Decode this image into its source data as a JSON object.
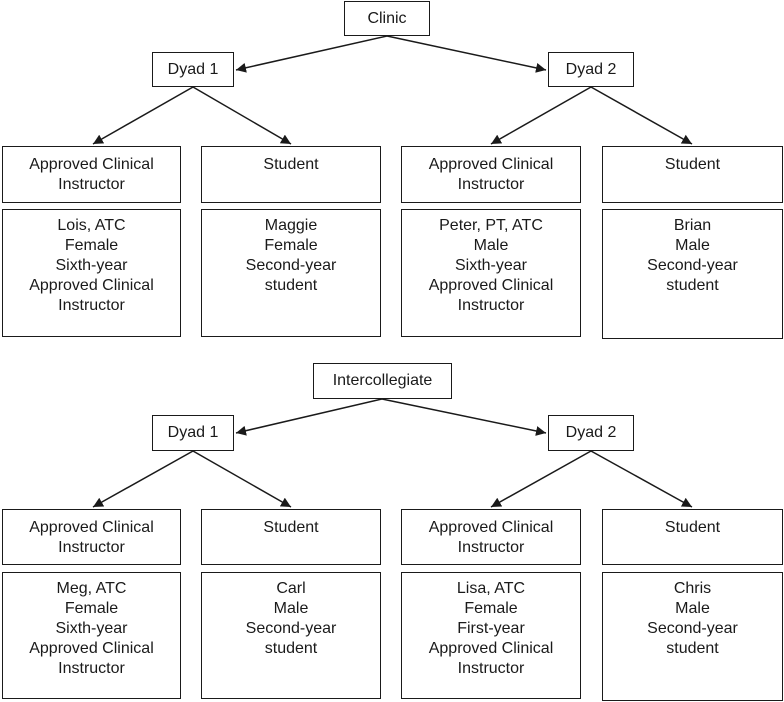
{
  "clinic": {
    "root": "Clinic",
    "dyad1": {
      "label": "Dyad 1",
      "instructor_header": [
        "Approved Clinical",
        "Instructor"
      ],
      "instructor_info": [
        "Lois, ATC",
        "Female",
        "Sixth-year",
        "Approved Clinical",
        "Instructor"
      ],
      "student_header": "Student",
      "student_info": [
        "Maggie",
        "Female",
        "Second-year",
        "student"
      ]
    },
    "dyad2": {
      "label": "Dyad 2",
      "instructor_header": [
        "Approved Clinical",
        "Instructor"
      ],
      "instructor_info": [
        "Peter, PT, ATC",
        "Male",
        "Sixth-year",
        "Approved Clinical",
        "Instructor"
      ],
      "student_header": "Student",
      "student_info": [
        "Brian",
        "Male",
        "Second-year",
        "student"
      ]
    }
  },
  "intercollegiate": {
    "root": "Intercollegiate",
    "dyad1": {
      "label": "Dyad 1",
      "instructor_header": [
        "Approved Clinical",
        "Instructor"
      ],
      "instructor_info": [
        "Meg, ATC",
        "Female",
        "Sixth-year",
        "Approved Clinical",
        "Instructor"
      ],
      "student_header": "Student",
      "student_info": [
        "Carl",
        "Male",
        "Second-year",
        "student"
      ]
    },
    "dyad2": {
      "label": "Dyad 2",
      "instructor_header": [
        "Approved Clinical",
        "Instructor"
      ],
      "instructor_info": [
        "Lisa, ATC",
        "Female",
        "First-year",
        "Approved Clinical",
        "Instructor"
      ],
      "student_header": "Student",
      "student_info": [
        "Chris",
        "Male",
        "Second-year",
        "student"
      ]
    }
  }
}
